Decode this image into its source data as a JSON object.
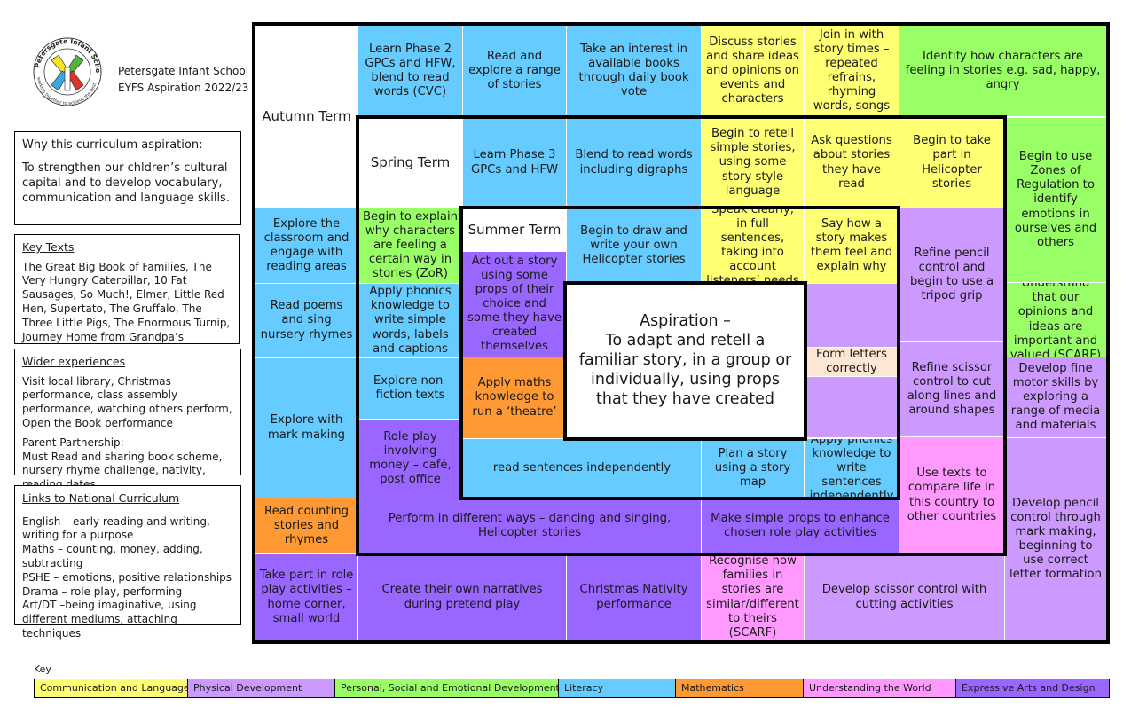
{
  "school": {
    "logo_ring_text": "Petersgate Infant School · Working together to achieve the best",
    "name": "Petersgate Infant School",
    "subtitle": "EYFS Aspiration 2022/23"
  },
  "why": {
    "heading": "Why this curriculum aspiration:",
    "body": "To strengthen our chldren’s cultural capital and to develop vocabulary, communication and language skills."
  },
  "key_texts": {
    "heading": "Key Texts",
    "body": "The Great Big Book of Families, The Very Hungry Caterpillar, 10 Fat Sausages, So Much!, Elmer, Little Red Hen, Supertato, The Gruffalo, The Three Little Pigs, The Enormous Turnip, Journey Home from Grandpa’s"
  },
  "wider": {
    "heading": "Wider experiences",
    "body": "Visit local library, Christmas performance, class assembly performance, watching others perform, Open the Book performance",
    "partnership_heading": "Parent Partnership:",
    "partnership_body": "Must Read and sharing book scheme, nursery rhyme challenge, nativity, reading dates"
  },
  "national": {
    "heading": "Links to National Curriculum",
    "lines": [
      "English – early reading and writing, writing for a purpose",
      "Maths – counting, money, adding, subtracting",
      "PSHE – emotions, positive relationships",
      "Drama – role play, performing",
      "Art/DT –being imaginative, using different mediums, attaching techniques"
    ]
  },
  "terms": {
    "autumn": "Autumn Term",
    "spring": "Spring Term",
    "summer": "Summer Term"
  },
  "aspiration": "Aspiration –\nTo adapt and retell a familiar story, in a group or individually, using props that they have created",
  "cells": {
    "phase2": "Learn Phase 2 GPCs and HFW, blend to read words (CVC)",
    "read_explore": "Read and explore a range of stories",
    "interest_books": "Take an interest in available books through daily book vote",
    "discuss_stories": "Discuss stories and share ideas and opinions on events and characters",
    "join_story": "Join in with story times – repeated refrains, rhyming words, songs",
    "identify_feeling": "Identify how characters are feeling in stories e.g. sad, happy, angry",
    "phase3": "Learn Phase 3 GPCs and HFW",
    "blend_digraphs": "Blend to read words including digraphs",
    "retell_simple": "Begin to retell simple stories, using some story style language",
    "ask_questions": "Ask questions about stories they have read",
    "helicopter_part": "Begin to take part in Helicopter stories",
    "zones": "Begin to use Zones of Regulation to identify emotions in ourselves and others",
    "explore_classroom": "Explore the classroom and engage with reading areas",
    "explain_why": "Begin to explain why characters are feeling a certain way in stories (ZoR)",
    "draw_write_heli": "Begin to draw and write your own Helicopter stories",
    "speak_clearly": "Speak clearly, in full sentences, taking into account listeners’ needs",
    "say_how": "Say how a story makes them feel and explain why",
    "pencil_tripod": "Refine pencil control and begin to use a tripod grip",
    "read_poems": "Read poems and sing nursery rhymes",
    "apply_phonics_write": "Apply phonics knowledge to write simple words, labels and captions",
    "act_out": "Act out a story using some props of their choice and some they have created themselves",
    "understand_opinions": "Understand that our opinions and ideas are important and valued (SCARF)",
    "explore_nonfiction": "Explore non-fiction texts",
    "apply_maths": "Apply maths knowledge to run a ‘theatre’",
    "form_letters": "Form letters correctly",
    "scissor_refine": "Refine scissor control to cut along lines and around shapes",
    "fine_motor": "Develop fine motor skills by exploring a range of media and materials",
    "explore_mark": "Explore with mark making",
    "role_play_money": "Role play involving money – café, post office",
    "read_sentences": "read sentences independently",
    "plan_story": "Plan a story using a story map",
    "apply_phonics_sentences": "Apply phonics knowledge to write sentences independently",
    "use_texts": "Use texts to compare life in this country to other countries",
    "pencil_mark": "Develop pencil control through mark making, beginning to use correct letter formation",
    "read_counting": "Read counting stories and rhymes",
    "perform_ways": "Perform in different ways – dancing and singing, Helicopter stories",
    "simple_props": "Make simple props to enhance chosen role play activities",
    "role_play_home": "Take part in role play activities – home corner, small world",
    "own_narratives": "Create their own narratives during pretend play",
    "nativity": "Christmas Nativity performance",
    "recognise_families": "Recognise how families in stories are similar/different to theirs (SCARF)",
    "scissor_develop": "Develop scissor control with cutting activities"
  },
  "key": {
    "title": "Key",
    "items": [
      {
        "label": "Communication and Language",
        "color": "#ffff73"
      },
      {
        "label": "Physical Development",
        "color": "#cc99ff"
      },
      {
        "label": "Personal, Social and Emotional Development",
        "color": "#99ff66"
      },
      {
        "label": "Literacy",
        "color": "#66ccff"
      },
      {
        "label": "Mathematics",
        "color": "#ff9933"
      },
      {
        "label": "Understanding the World",
        "color": "#ff99ff"
      },
      {
        "label": "Expressive Arts and Design",
        "color": "#9966ff"
      }
    ]
  }
}
